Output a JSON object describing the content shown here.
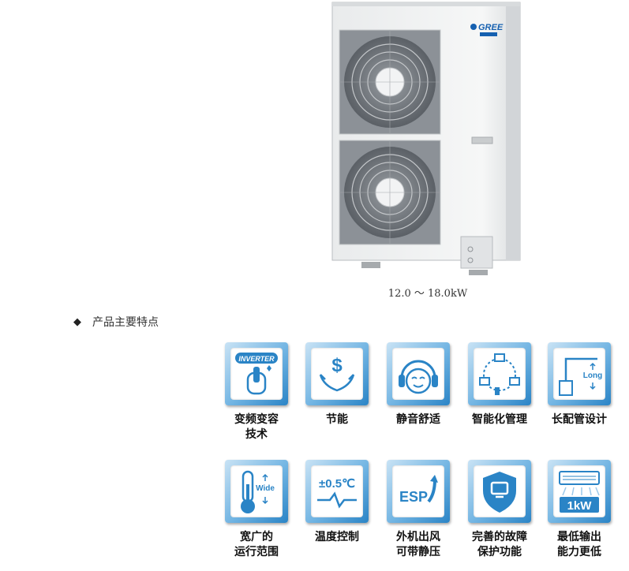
{
  "product": {
    "brand": "GREE",
    "caption": "12.0 ～ 18.0kW"
  },
  "section": {
    "marker": "◆",
    "title": "产品主要特点"
  },
  "features": [
    {
      "icon": "inverter-icon",
      "label_lines": [
        "变频变容",
        "技术"
      ],
      "icon_text": "INVERTER"
    },
    {
      "icon": "money-hands-icon",
      "label_lines": [
        "节能"
      ]
    },
    {
      "icon": "headphones-face-icon",
      "label_lines": [
        "静音舒适"
      ]
    },
    {
      "icon": "network-icon",
      "label_lines": [
        "智能化管理"
      ]
    },
    {
      "icon": "long-pipe-icon",
      "label_lines": [
        "长配管设计"
      ],
      "icon_text": "Long"
    },
    {
      "icon": "thermometer-icon",
      "label_lines": [
        "宽广的",
        "运行范围"
      ],
      "icon_text": "Wide"
    },
    {
      "icon": "temperature-wave-icon",
      "label_lines": [
        "温度控制"
      ],
      "icon_text": "±0.5℃"
    },
    {
      "icon": "esp-icon",
      "label_lines": [
        "外机出风",
        "可带静压"
      ],
      "icon_text": "ESP"
    },
    {
      "icon": "shield-icon",
      "label_lines": [
        "完善的故障",
        "保护功能"
      ]
    },
    {
      "icon": "indoor-unit-icon",
      "label_lines": [
        "最低输出",
        "能力更低"
      ],
      "icon_text": "1kW"
    }
  ],
  "colors": {
    "tile_blue": "#2a84c6",
    "tile_light": "#c9e3f5",
    "brand_blue": "#1560b0"
  }
}
